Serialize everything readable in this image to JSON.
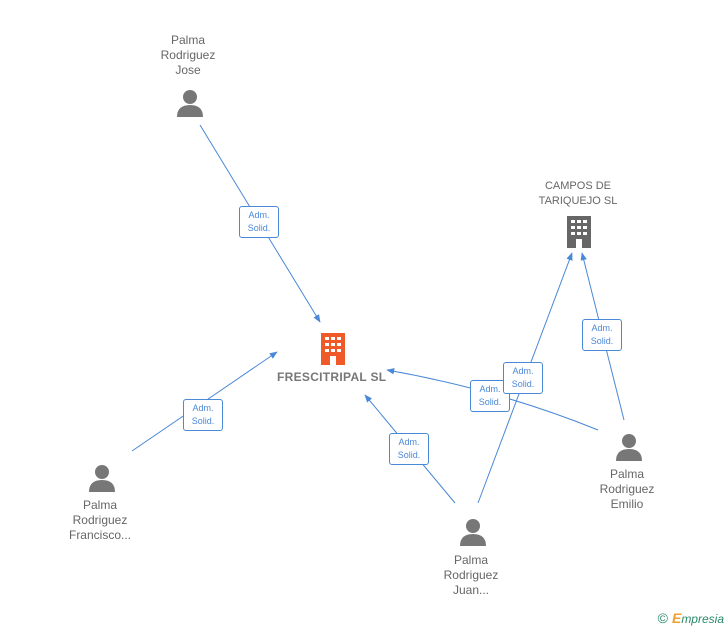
{
  "nodes": {
    "jose": {
      "label": "Palma\nRodriguez\nJose"
    },
    "francisco": {
      "label": "Palma\nRodriguez\nFrancisco..."
    },
    "juan": {
      "label": "Palma\nRodriguez\nJuan..."
    },
    "emilio": {
      "label": "Palma\nRodriguez\nEmilio"
    },
    "frescitripal": {
      "label": "FRESCITRIPAL SL"
    },
    "campos": {
      "label": "CAMPOS DE\nTARIQUEJO SL"
    }
  },
  "edges": {
    "jose_fresc": "Adm.\nSolid.",
    "francisco_fresc": "Adm.\nSolid.",
    "juan_fresc": "Adm.\nSolid.",
    "emilio_fresc": "Adm.\nSolid.",
    "juan_campos": "Adm.\nSolid.",
    "emilio_campos": "Adm.\nSolid."
  },
  "colors": {
    "edge": "#4a88d8",
    "person_icon": "#777777",
    "main_company_icon": "#f05a28",
    "company_icon": "#666666"
  },
  "footer": {
    "copyright": "©",
    "brand_initial": "E",
    "brand_rest": "mpresia"
  }
}
